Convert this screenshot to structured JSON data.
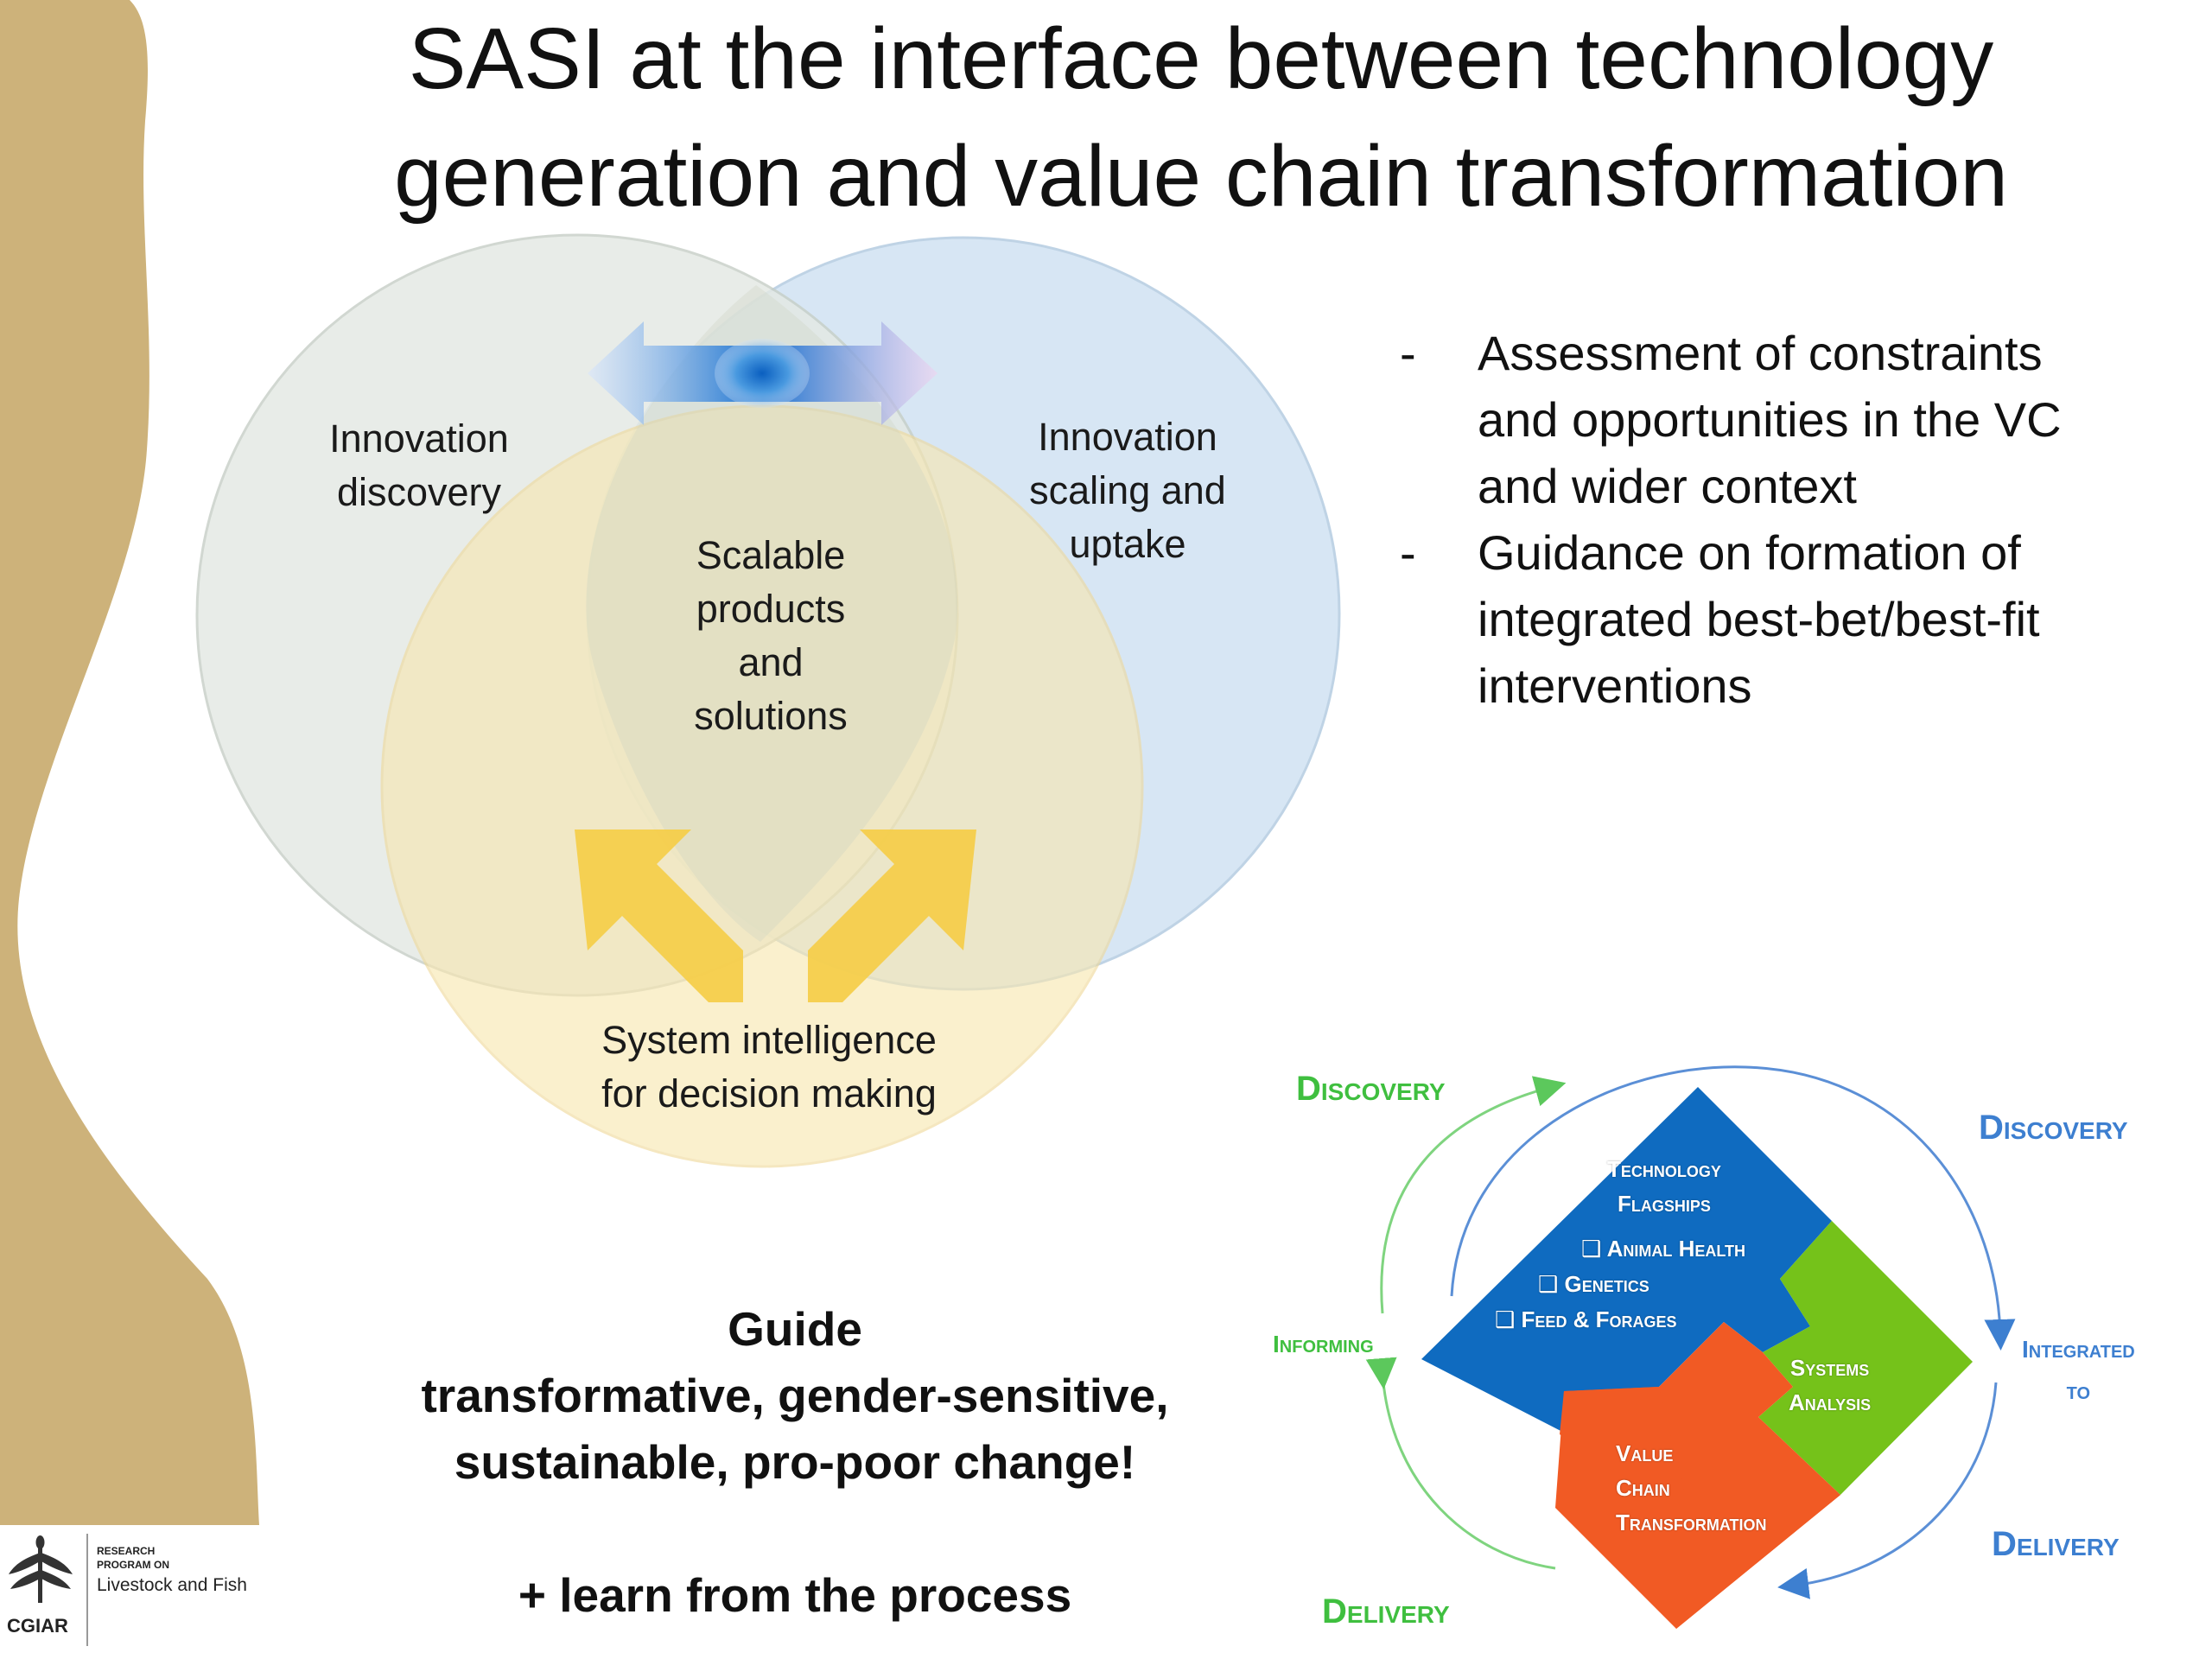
{
  "title": {
    "line1": "SASI at the interface between technology",
    "line2": "generation and value chain transformation"
  },
  "venn": {
    "left_label": [
      "Innovation",
      "discovery"
    ],
    "right_label": [
      "Innovation",
      "scaling and",
      "uptake"
    ],
    "center_label": [
      "Scalable",
      "products",
      "and",
      "solutions"
    ],
    "bottom_label": [
      "System intelligence",
      "for decision making"
    ],
    "colors": {
      "left_circle": "#e6ebe6",
      "right_circle": "#d2e3f2",
      "bottom_circle": "#f9e9b3",
      "arrow_blue": "#0a6fc8",
      "arrow_yellow": "#f4cd4b"
    }
  },
  "bullets": [
    {
      "dash": "-",
      "lines": [
        "Assessment of constraints",
        "and opportunities in the VC",
        "and wider context"
      ]
    },
    {
      "dash": "-",
      "lines": [
        "Guidance on formation of",
        "integrated best-bet/best-fit",
        "interventions"
      ]
    }
  ],
  "guide": {
    "lines": [
      "Guide",
      "transformative, gender-sensitive,",
      "sustainable, pro-poor change!"
    ],
    "learn": "+ learn from the process"
  },
  "logo": {
    "org": "CGIAR",
    "line1": "RESEARCH",
    "line2": "PROGRAM ON",
    "line3": "Livestock and Fish"
  },
  "cycle": {
    "discovery_left": "Discovery",
    "discovery_right": "Discovery",
    "informing": "Informing",
    "integrated_to": [
      "Integrated",
      "to"
    ],
    "delivery_right": "Delivery",
    "delivery_bottom": "Delivery",
    "tech_title": [
      "Technology",
      "Flagships"
    ],
    "tech_items": [
      "Animal Health",
      "Genetics",
      "Feed & Forages"
    ],
    "systems": [
      "Systems",
      "Analysis"
    ],
    "value_chain": [
      "Value",
      "Chain",
      "Transformation"
    ],
    "colors": {
      "green_text": "#3fbf3f",
      "blue_text": "#3d7fd0",
      "blue_piece": "#0f6bc0",
      "green_piece": "#75c21a",
      "orange_piece": "#f15a24"
    }
  }
}
